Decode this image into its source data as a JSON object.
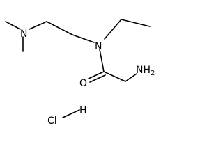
{
  "molecule": {
    "atoms": {
      "n_dimethylamino": "N",
      "n_amide": "N",
      "o_carbonyl": "O",
      "n_amine": "NH",
      "n_amine_subscript": "2",
      "hydrochloride_cl": "Cl",
      "hydrochloride_h": "H"
    }
  },
  "colors": {
    "bond": "#000000",
    "text": "#000000",
    "background": "#ffffff"
  }
}
